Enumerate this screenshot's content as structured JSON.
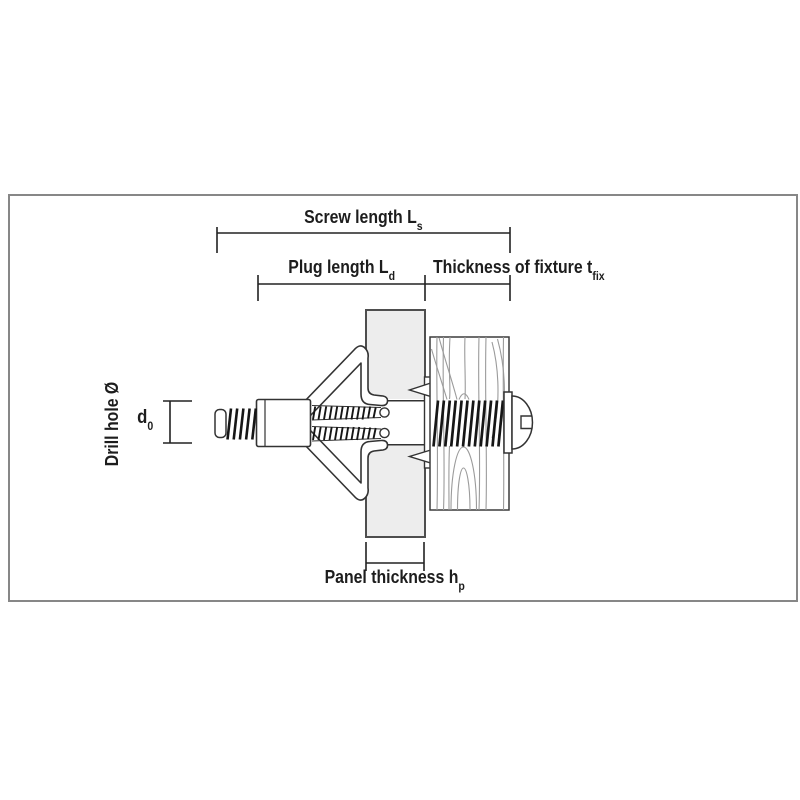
{
  "labels": {
    "screw_length": {
      "text": "Screw length",
      "symbol": "L",
      "sub": "s"
    },
    "plug_length": {
      "text": "Plug length",
      "symbol": "L",
      "sub": "d"
    },
    "fixture_thickness": {
      "text": "Thickness of fixture",
      "symbol": "t",
      "sub": "fix"
    },
    "drill_hole": {
      "text": "Drill hole Ø",
      "symbol": "d",
      "sub": "0"
    },
    "panel_thickness": {
      "text": "Panel thickness",
      "symbol": "h",
      "sub": "p"
    }
  },
  "colors": {
    "line": "#222222",
    "text": "#1d1d1d",
    "frame_border": "#878787",
    "panel_fill": "#ededed",
    "wood_grain": "#9b9b9b"
  }
}
